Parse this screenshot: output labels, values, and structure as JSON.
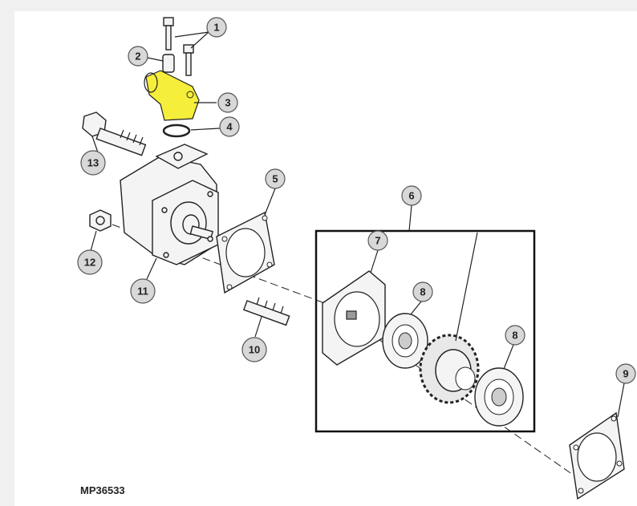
{
  "figure": {
    "id_label": "MP36533",
    "highlight_color": "#f5ee3a",
    "callouts": [
      {
        "label": "1"
      },
      {
        "label": "2"
      },
      {
        "label": "3"
      },
      {
        "label": "4"
      },
      {
        "label": "5"
      },
      {
        "label": "6"
      },
      {
        "label": "7"
      },
      {
        "label": "8"
      },
      {
        "label": "8"
      },
      {
        "label": "9"
      },
      {
        "label": "10"
      },
      {
        "label": "11"
      },
      {
        "label": "12"
      },
      {
        "label": "13"
      }
    ]
  }
}
